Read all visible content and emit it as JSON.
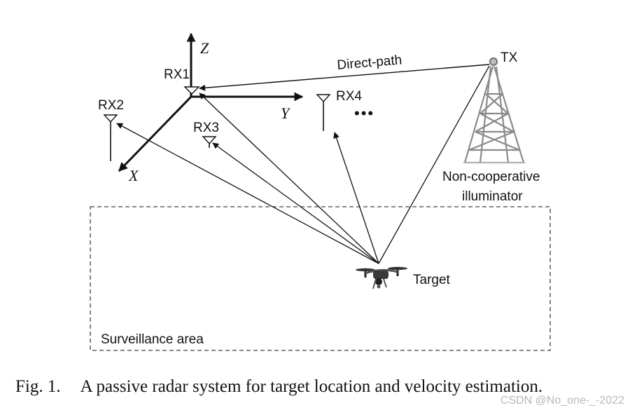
{
  "diagram": {
    "axes": {
      "z_label": "Z",
      "y_label": "Y",
      "x_label": "X"
    },
    "receivers": [
      {
        "label": "RX1"
      },
      {
        "label": "RX2"
      },
      {
        "label": "RX3"
      },
      {
        "label": "RX4"
      }
    ],
    "more_receivers": "•••",
    "transmitter": {
      "label": "TX",
      "description_line1": "Non-cooperative",
      "description_line2": "illuminator"
    },
    "direct_path_label": "Direct-path",
    "target_label": "Target",
    "area_label": "Surveillance area"
  },
  "caption": {
    "number": "Fig. 1.",
    "text": "A passive radar system for target location and velocity estimation."
  },
  "watermark": "CSDN @No_one-_-2022",
  "colors": {
    "ink": "#111111",
    "tower": "#8a8a8a",
    "dashed": "#444444"
  }
}
